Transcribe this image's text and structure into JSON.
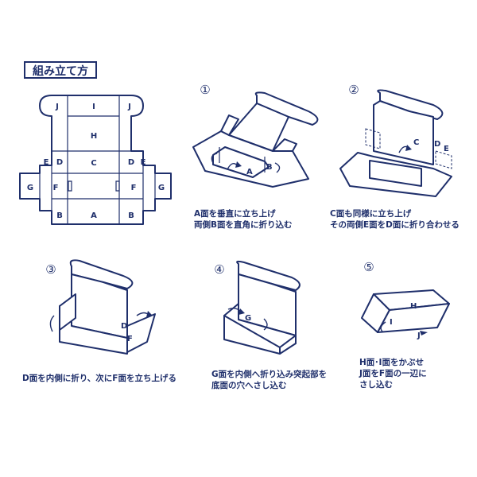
{
  "title": "組み立て方",
  "step_markers": [
    "①",
    "②",
    "③",
    "④",
    "⑤"
  ],
  "panel_labels": {
    "j": "J",
    "i": "I",
    "h": "H",
    "c": "C",
    "e": "E",
    "d": "D",
    "g": "G",
    "f": "F",
    "b": "B",
    "a": "A"
  },
  "captions": {
    "step1": [
      "A面を垂直に立ち上げ",
      "両側B面を直角に折り込む"
    ],
    "step2": [
      "C面も同様に立ち上げ",
      "その両側E面をD面に折り合わせる"
    ],
    "step3": [
      "D面を内側に折り、次にF面を立ち上げる"
    ],
    "step4": [
      "G面を内側へ折り込み突起部を",
      "底面の穴へさし込む"
    ],
    "step5": [
      "H面･I面をかぶせ",
      "J面をF面の一辺に",
      "さし込む"
    ]
  },
  "colors": {
    "ink": "#1f2f6b",
    "background": "#ffffff"
  }
}
